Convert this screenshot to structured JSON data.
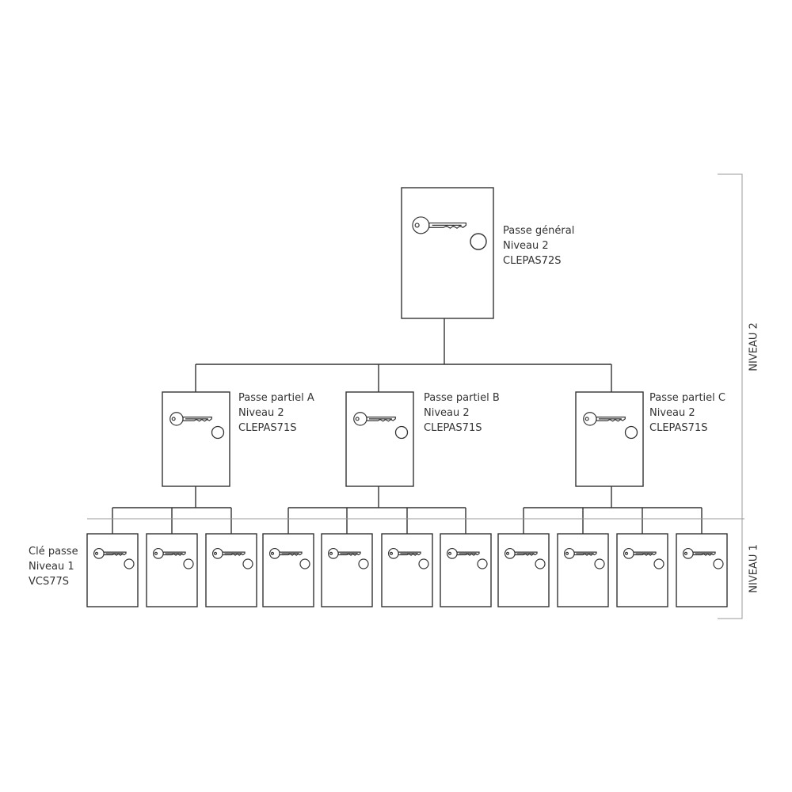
{
  "top": {
    "lines": [
      "Passe général",
      "Niveau 2",
      "CLEPAS72S"
    ]
  },
  "partials": [
    {
      "lines": [
        "Passe partiel A",
        "Niveau 2",
        "CLEPAS71S"
      ]
    },
    {
      "lines": [
        "Passe partiel B",
        "Niveau 2",
        "CLEPAS71S"
      ]
    },
    {
      "lines": [
        "Passe partiel C",
        "Niveau 2",
        "CLEPAS71S"
      ]
    }
  ],
  "leaf": {
    "lines": [
      "Clé passe",
      "Niveau 1",
      "VCS77S"
    ]
  },
  "levels": {
    "upper": "NIVEAU 2",
    "lower": "NIVEAU 1"
  },
  "colors": {
    "stroke": "#333333",
    "guide": "#999999",
    "text": "#333333"
  }
}
